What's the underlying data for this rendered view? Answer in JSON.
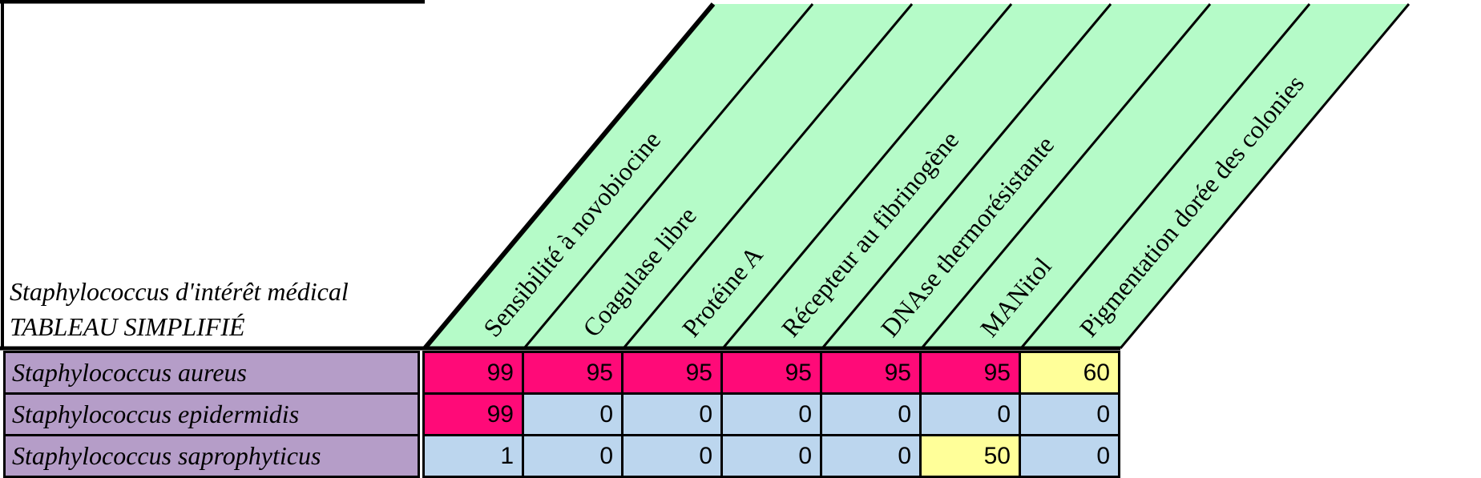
{
  "title": {
    "line1": "Staphylococcus d'intérêt médical",
    "line2": "TABLEAU SIMPLIFIÉ"
  },
  "columns": [
    "Sensibilité à novobiocine",
    "Coagulase libre",
    "Protéine A",
    "Récepteur au fibrinogène",
    "DNAse thermorésistante",
    "MANitol",
    "Pigmentation dorée des colonies"
  ],
  "rows": [
    {
      "name": "Staphylococcus aureus",
      "values": [
        "99",
        "95",
        "95",
        "95",
        "95",
        "95",
        "60"
      ]
    },
    {
      "name": "Staphylococcus epidermidis",
      "values": [
        "99",
        "0",
        "0",
        "0",
        "0",
        "0",
        "0"
      ]
    },
    {
      "name": "Staphylococcus saprophyticus",
      "values": [
        "1",
        "0",
        "0",
        "0",
        "0",
        "50",
        "0"
      ]
    }
  ],
  "colors": {
    "header_bg": "#b5fbc8",
    "label_bg": "#b59dc8",
    "high": "#ff0a78",
    "mid": "#ffff99",
    "low": "#bcd6ee"
  }
}
